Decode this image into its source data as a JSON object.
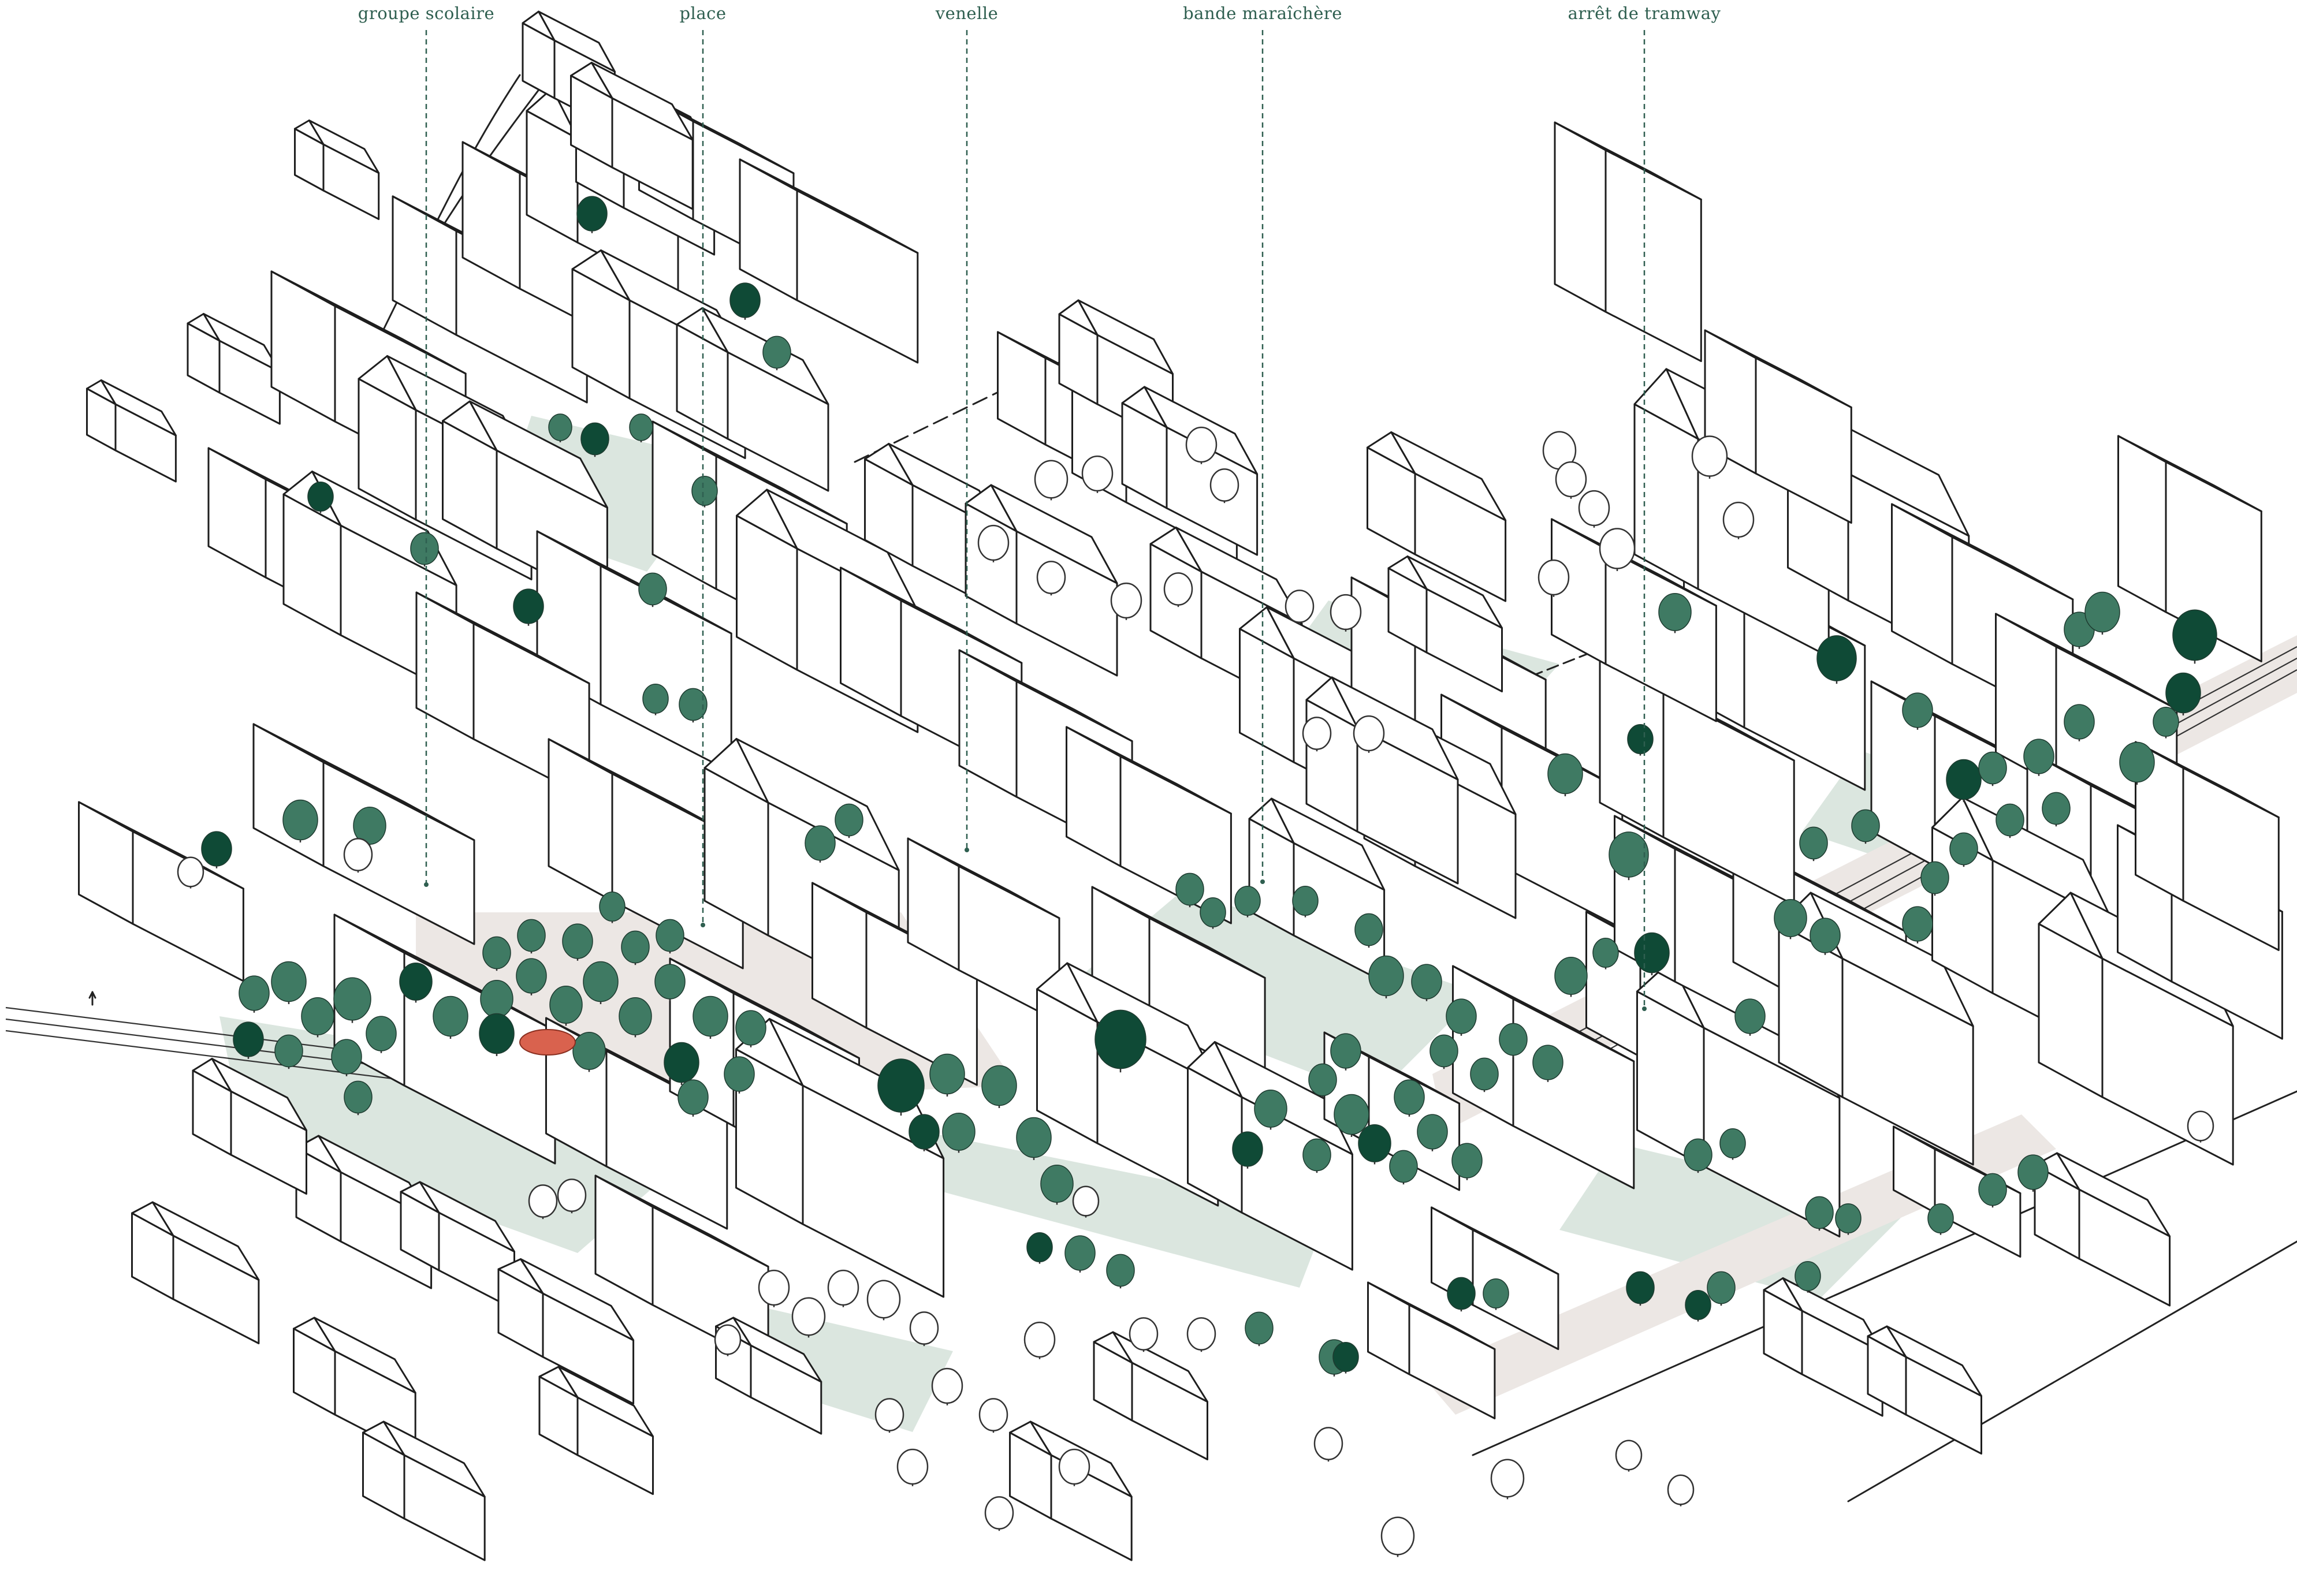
{
  "labels": {
    "groupe_scolaire": "groupe scolaire",
    "place": "place",
    "venelle": "venelle",
    "bande_maraichere": "bande maraîchère",
    "arret_tramway": "arrêt de tramway"
  },
  "colors": {
    "label_text": "#2f5f50",
    "tree_dark": "#0f4a36",
    "tree_mid": "#3f7a63",
    "tree_light": "#6d9a87",
    "ground_green": "#dbe6df",
    "paving": "#ece7e4",
    "playground_accent": "#d9624e",
    "outline": "#1e1e1e"
  },
  "icons": [
    "tree-icon",
    "building-icon",
    "tram-track-icon",
    "playground-icon"
  ]
}
